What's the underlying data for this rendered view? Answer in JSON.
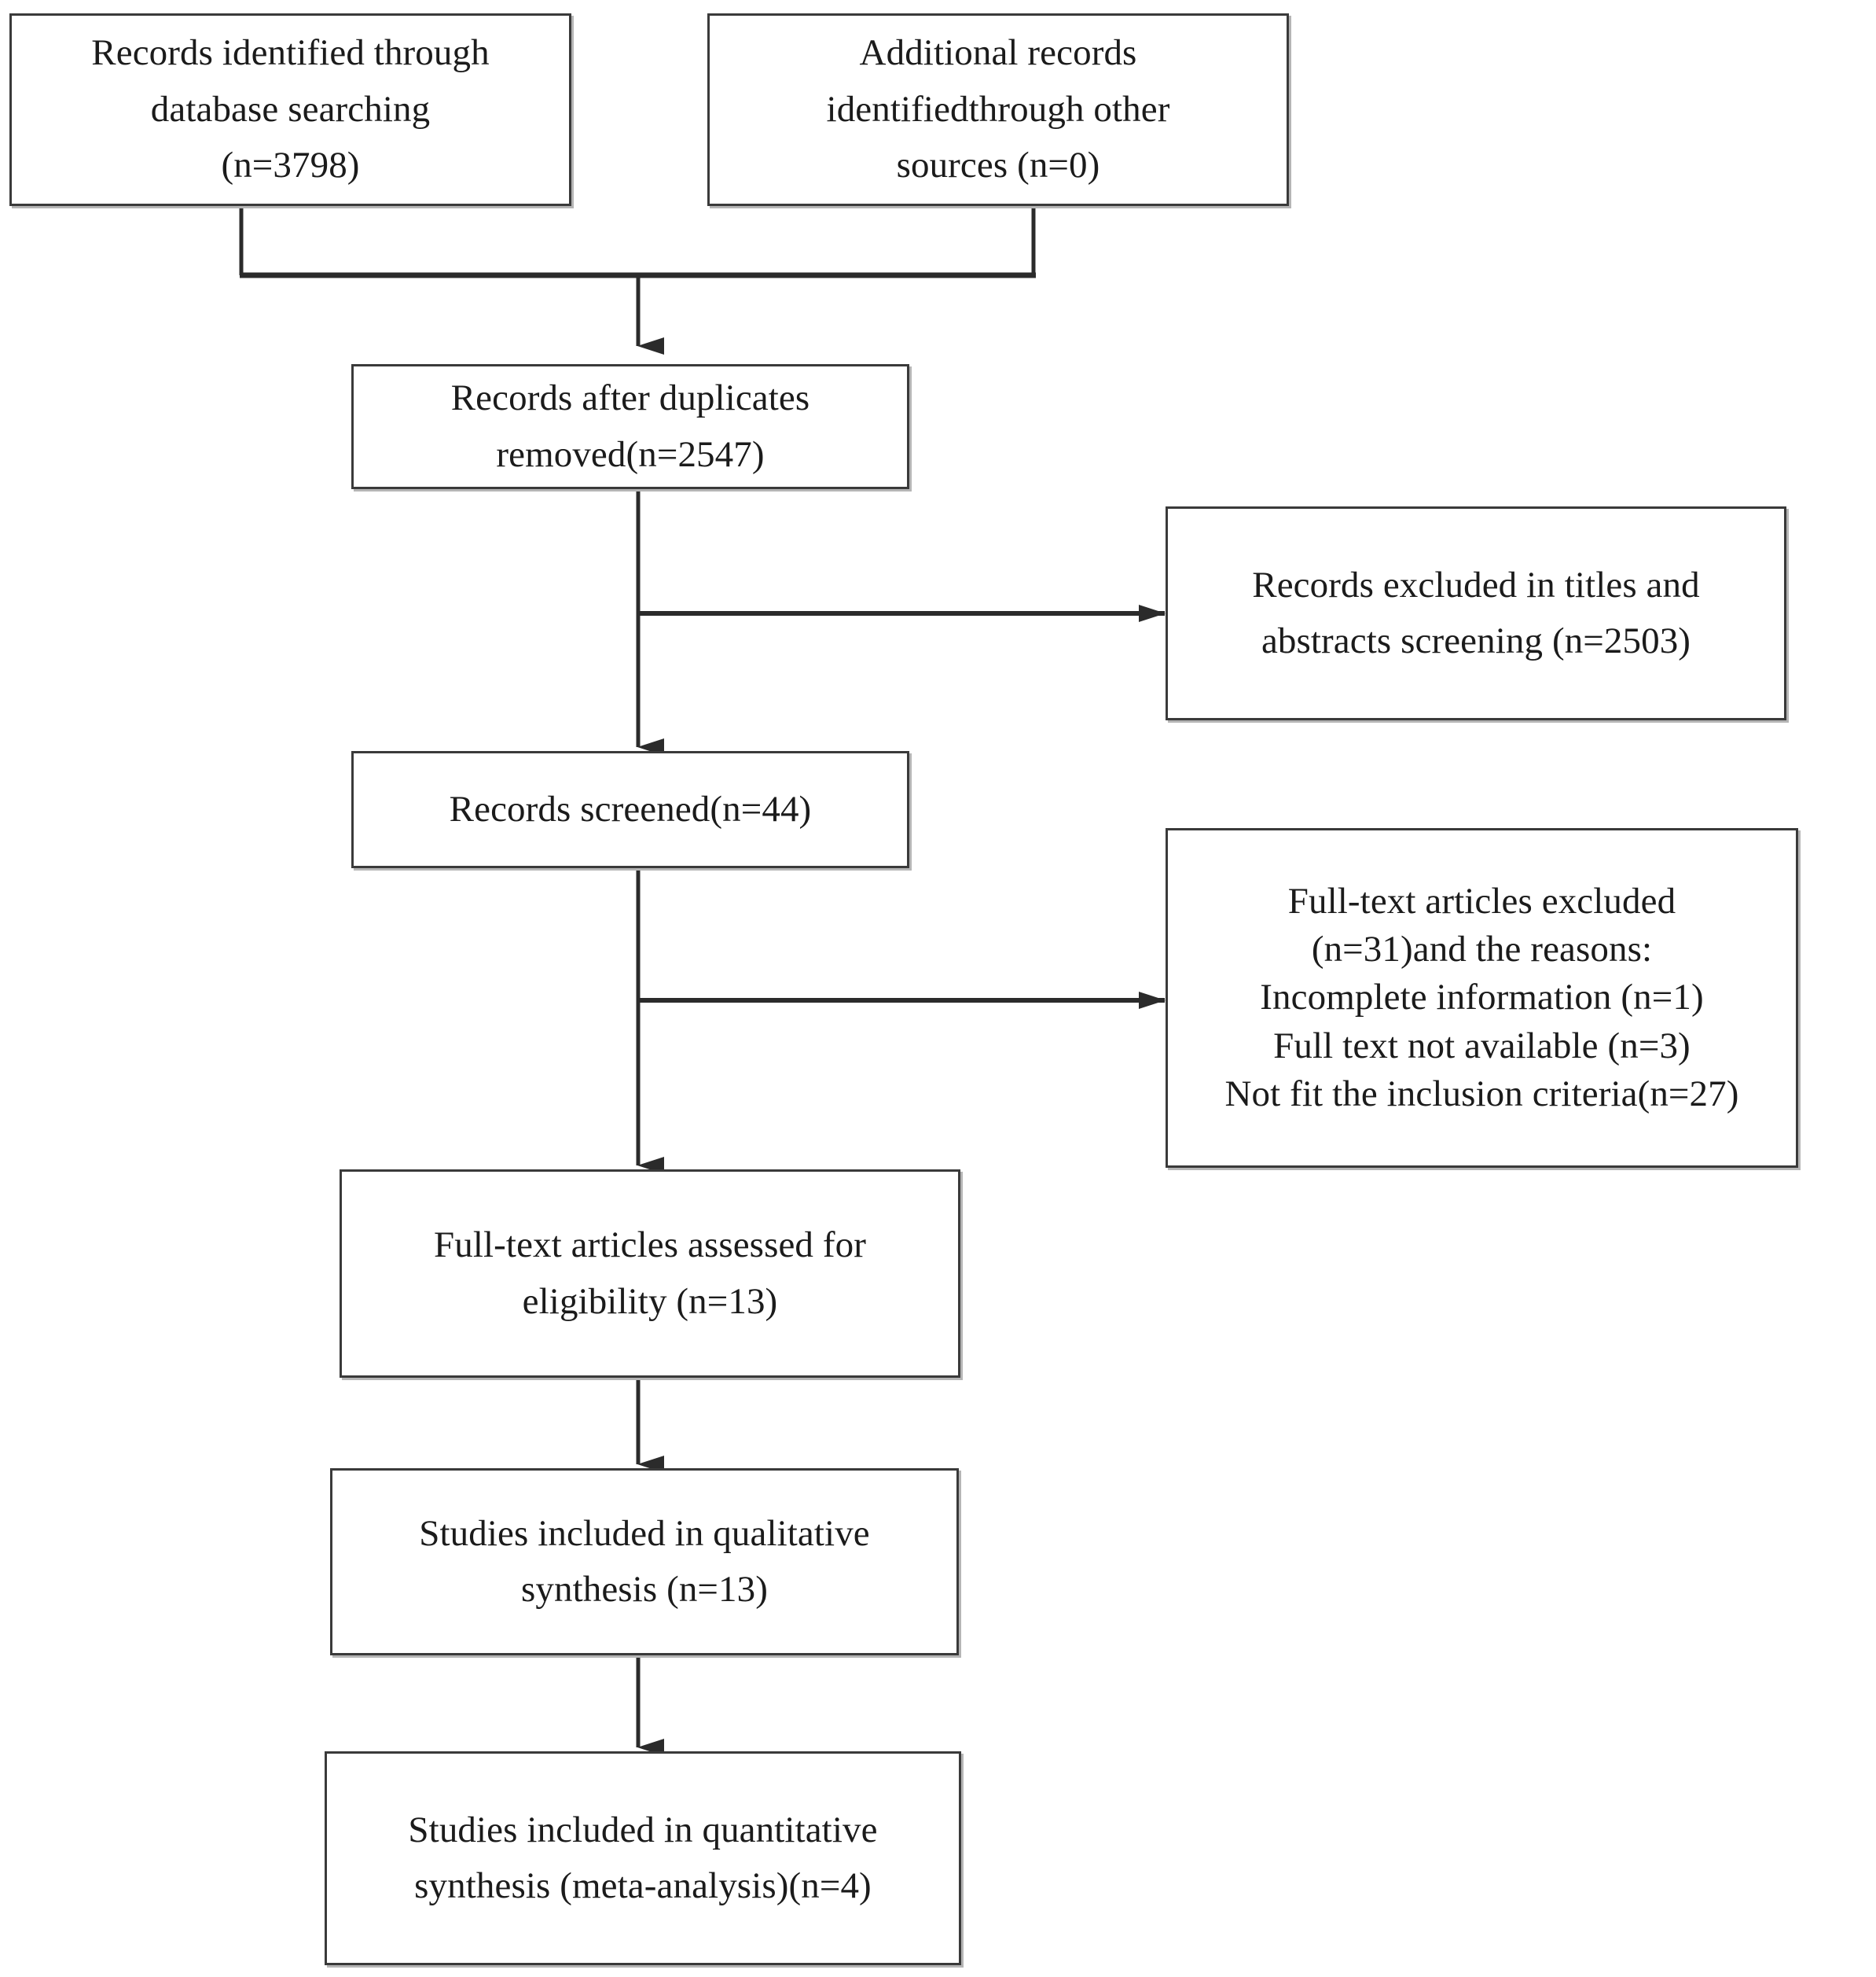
{
  "diagram": {
    "type": "prisma-flow-diagram",
    "title": "",
    "style": {
      "box_border_color": "#3a3a3a",
      "box_fill": "#ffffff",
      "shadow_color": "#b5b5b9",
      "text_color": "#1b1b1b",
      "connector_color": "#2b2b2b"
    },
    "nodes": [
      {
        "id": "identified-database",
        "name": "records-identified-database-box",
        "lines": [
          "Records identified through",
          "database searching",
          "(n=3798)"
        ],
        "n": 3798
      },
      {
        "id": "identified-other",
        "name": "additional-records-other-sources-box",
        "lines": [
          "Additional records",
          "identifiedthrough other",
          "sources (n=0)"
        ],
        "n": 0
      },
      {
        "id": "duplicates-removed",
        "name": "records-after-duplicates-removed-box",
        "lines": [
          "Records after duplicates",
          "removed(n=2547)"
        ],
        "n": 2547
      },
      {
        "id": "records-excluded-titles",
        "name": "records-excluded-titles-abstracts-box",
        "lines": [
          "Records excluded in titles and",
          "abstracts screening (n=2503)"
        ],
        "n": 2503
      },
      {
        "id": "records-screened",
        "name": "records-screened-box",
        "lines": [
          "Records screened(n=44)"
        ],
        "n": 44
      },
      {
        "id": "fulltext-excluded",
        "name": "full-text-articles-excluded-box",
        "lines": [
          "Full-text articles excluded",
          "(n=31)and the reasons:",
          "Incomplete information (n=1)",
          "Full text not available (n=3)",
          "Not fit the inclusion criteria(n=27)"
        ],
        "n": 31,
        "reasons": [
          {
            "label": "Incomplete information",
            "n": 1
          },
          {
            "label": "Full text not available",
            "n": 3
          },
          {
            "label": "Not fit the inclusion criteria",
            "n": 27
          }
        ]
      },
      {
        "id": "fulltext-assessed",
        "name": "full-text-articles-assessed-box",
        "lines": [
          "Full-text articles assessed for",
          "eligibility (n=13)"
        ],
        "n": 13
      },
      {
        "id": "qualitative-synthesis",
        "name": "studies-qualitative-synthesis-box",
        "lines": [
          "Studies included in qualitative",
          "synthesis (n=13)"
        ],
        "n": 13
      },
      {
        "id": "quantitative-synthesis",
        "name": "studies-quantitative-synthesis-box",
        "lines": [
          "Studies included in quantitative",
          "synthesis (meta-analysis)(n=4)"
        ],
        "n": 4
      }
    ],
    "edges": [
      {
        "from": "identified-database",
        "to": "duplicates-removed",
        "kind": "merge-down-arrow"
      },
      {
        "from": "identified-other",
        "to": "duplicates-removed",
        "kind": "merge-down-arrow"
      },
      {
        "from": "duplicates-removed",
        "to": "records-screened",
        "kind": "down-arrow"
      },
      {
        "from": "duplicates-removed",
        "to": "records-excluded-titles",
        "kind": "branch-right-arrow"
      },
      {
        "from": "records-screened",
        "to": "fulltext-assessed",
        "kind": "down-arrow"
      },
      {
        "from": "records-screened",
        "to": "fulltext-excluded",
        "kind": "branch-right-arrow"
      },
      {
        "from": "fulltext-assessed",
        "to": "qualitative-synthesis",
        "kind": "down-arrow"
      },
      {
        "from": "qualitative-synthesis",
        "to": "quantitative-synthesis",
        "kind": "down-arrow"
      }
    ]
  }
}
